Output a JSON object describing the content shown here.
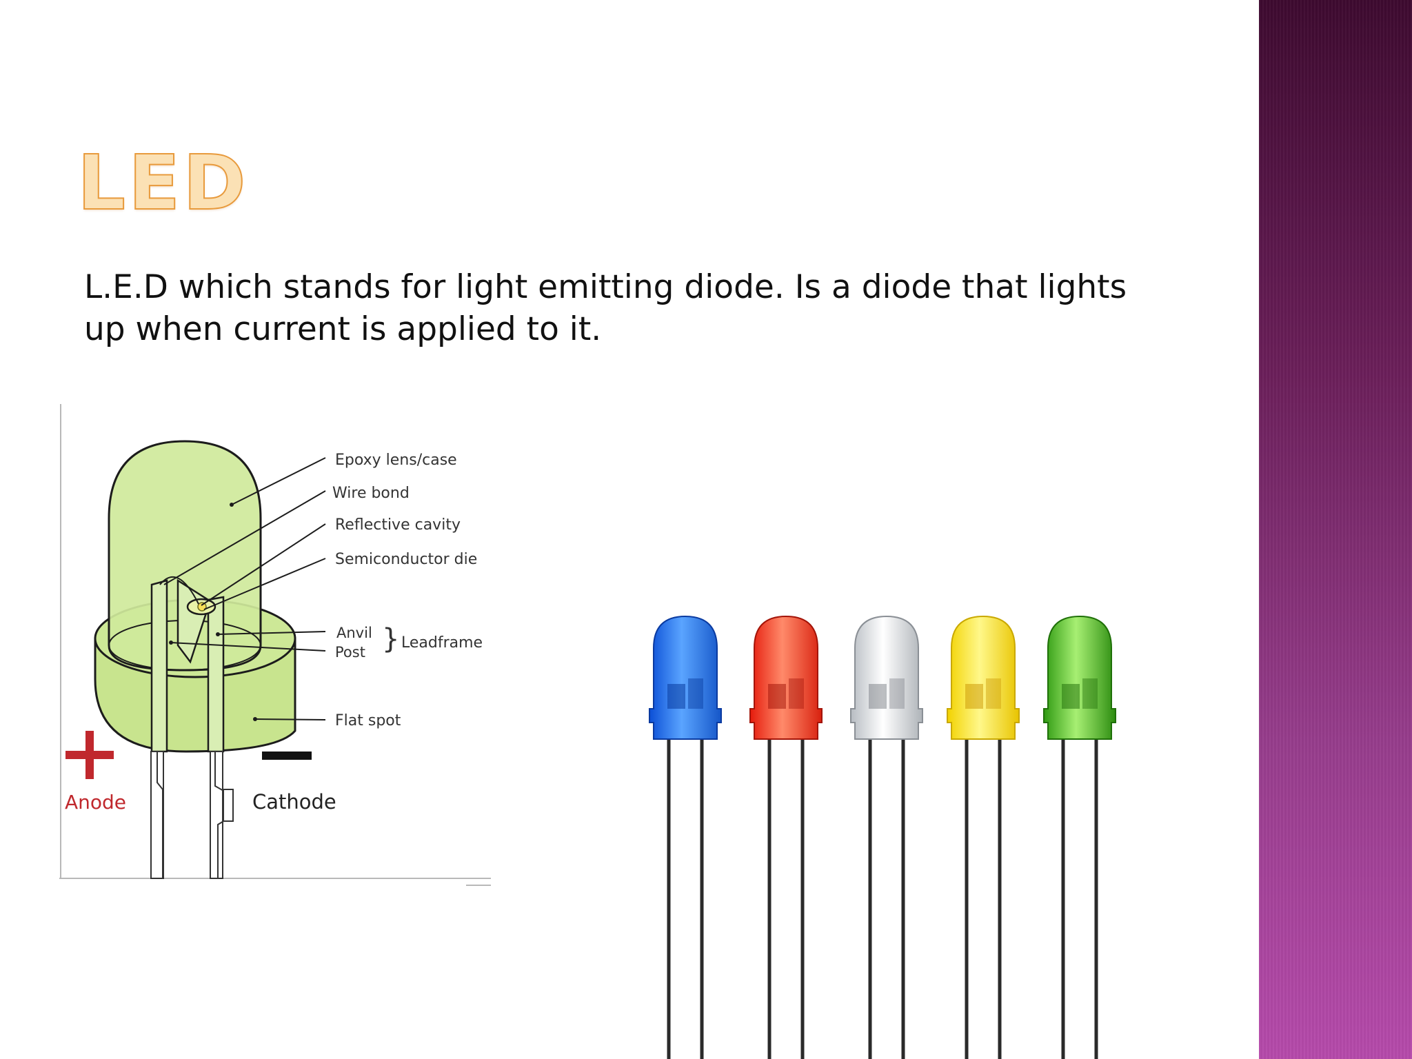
{
  "slide": {
    "title": "LED",
    "body": "L.E.D which stands for light emitting diode. Is a diode that lights up when current is applied to it."
  },
  "diagram": {
    "labels": {
      "epoxy": "Epoxy lens/case",
      "wire_bond": "Wire bond",
      "reflective": "Reflective cavity",
      "semiconductor": "Semiconductor die",
      "anvil": "Anvil",
      "post": "Post",
      "leadframe": "Leadframe",
      "flat_spot": "Flat spot",
      "anode": "Anode",
      "cathode": "Cathode"
    }
  },
  "photo": {
    "led_colors": [
      "blue",
      "red",
      "white",
      "yellow",
      "green"
    ]
  },
  "colors": {
    "title_fill": "#fbe1b5",
    "title_outline": "#e89a3c",
    "accent_band": "#973d8c",
    "anode": "#c0282d"
  }
}
